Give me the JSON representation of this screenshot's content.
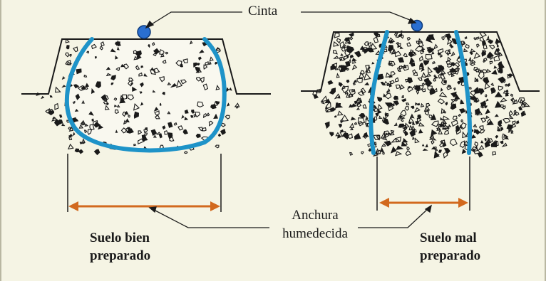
{
  "labels": {
    "tape": "Cinta",
    "wetted_width_line1": "Anchura",
    "wetted_width_line2": "humedecida",
    "good_soil_line1": "Suelo bien",
    "good_soil_line2": "preparado",
    "bad_soil_line1": "Suelo mal",
    "bad_soil_line2": "preparado"
  },
  "colors": {
    "background": "#f5f4e4",
    "wetting_front": "#1e93c8",
    "width_arrow": "#d2691e",
    "tape": "#2a6fd0",
    "soil_outline": "#1a1a1a"
  }
}
